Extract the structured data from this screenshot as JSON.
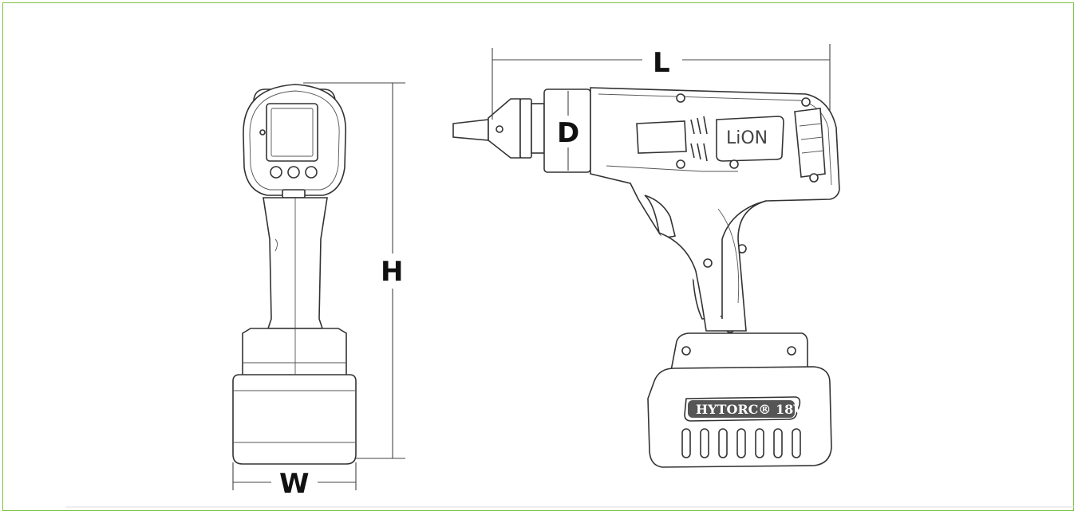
{
  "dimensions": {
    "length": "L",
    "height": "H",
    "width": "W",
    "diameter": "D"
  },
  "branding": {
    "battery_label": "HYTORC® 18V",
    "product_logo": "LiON"
  },
  "colors": {
    "frame_border": "#7dc142",
    "line": "#333333",
    "label": "#111111"
  }
}
